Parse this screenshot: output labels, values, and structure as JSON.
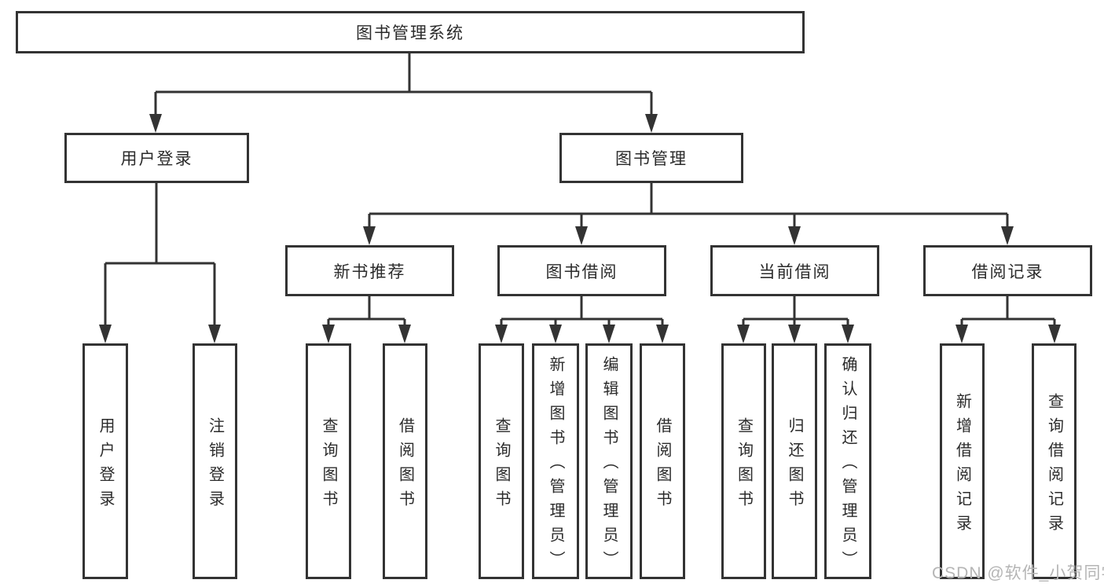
{
  "colors": {
    "background": "#ffffff",
    "line": "#333333",
    "box_border": "#333333",
    "text": "#2b2b2b",
    "watermark": "#b5b5b5"
  },
  "tree": {
    "root": {
      "label": "图书管理系统"
    },
    "level2": [
      {
        "label": "用户登录",
        "children": [
          {
            "label": "用户登录"
          },
          {
            "label": "注销登录"
          }
        ]
      },
      {
        "label": "图书管理",
        "groups": [
          {
            "label": "新书推荐",
            "children": [
              {
                "label": "查询图书"
              },
              {
                "label": "借阅图书"
              }
            ]
          },
          {
            "label": "图书借阅",
            "children": [
              {
                "label": "查询图书"
              },
              {
                "label": "新增图书（管理员）"
              },
              {
                "label": "编辑图书（管理员）"
              },
              {
                "label": "借阅图书"
              }
            ]
          },
          {
            "label": "当前借阅",
            "children": [
              {
                "label": "查询图书"
              },
              {
                "label": "归还图书"
              },
              {
                "label": "确认归还（管理员）"
              }
            ]
          },
          {
            "label": "借阅记录",
            "children": [
              {
                "label": "新增借阅记录"
              },
              {
                "label": "查询借阅记录"
              }
            ]
          }
        ]
      }
    ]
  },
  "watermark": {
    "text": "CSDN @软件_小贺同学"
  }
}
